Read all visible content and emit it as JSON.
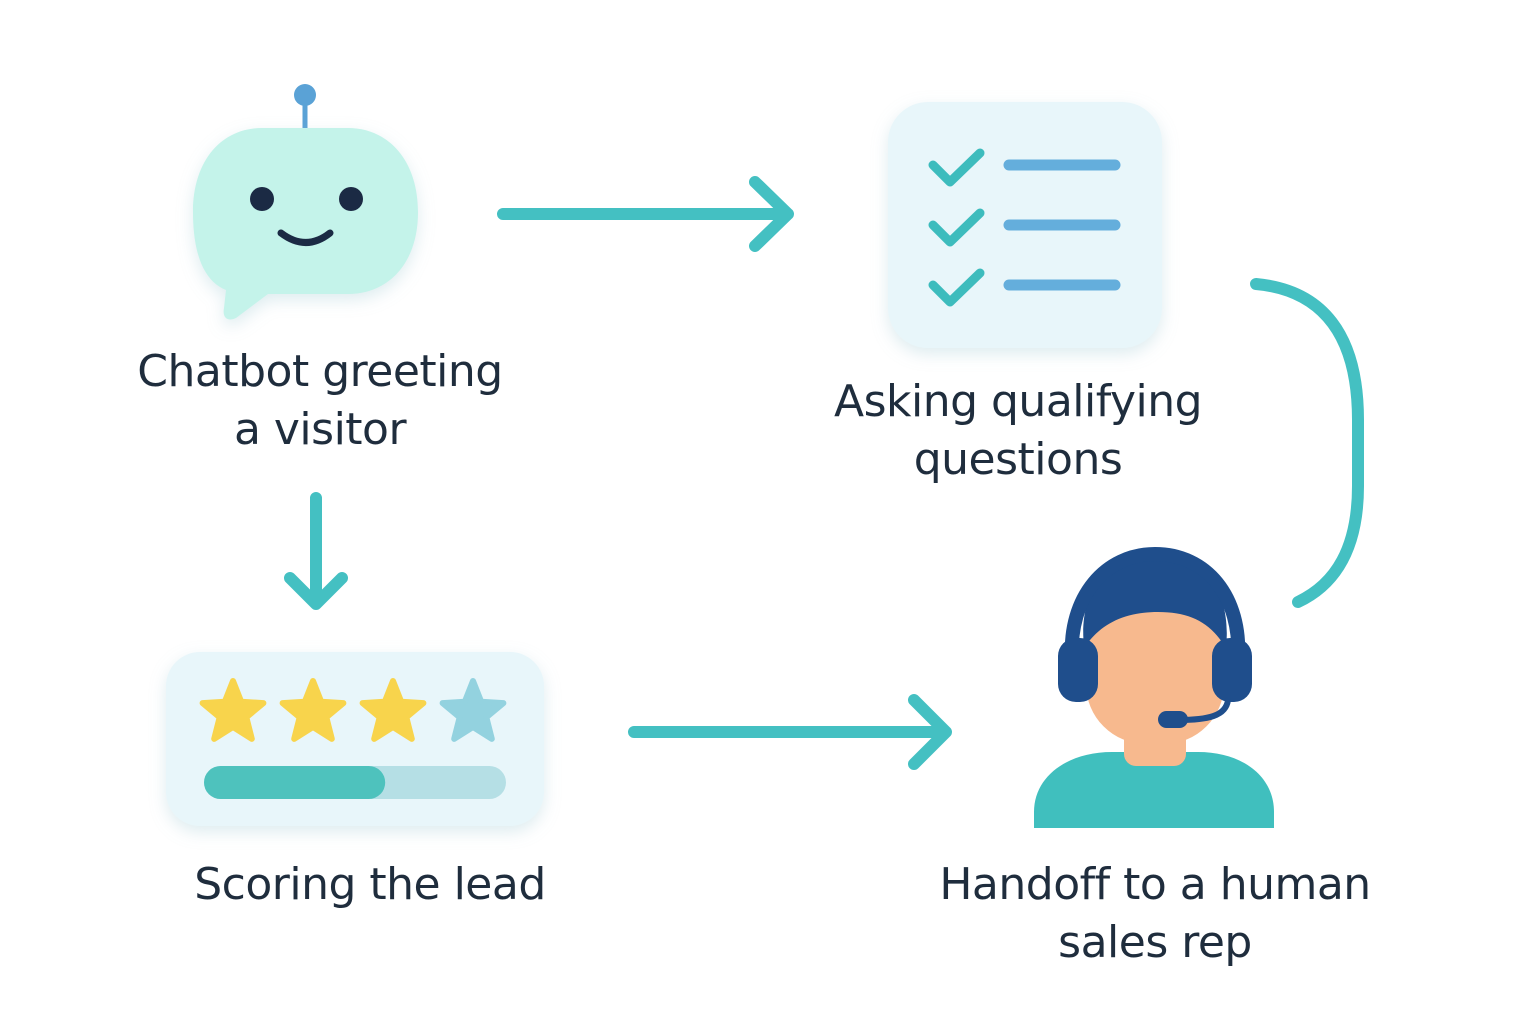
{
  "colors": {
    "arrow": "#44c0c2",
    "chatbot_bubble": "#c4f3ea",
    "chatbot_features": "#1b2a44",
    "antenna": "#5aa2d6",
    "card_background": "#e8f6fa",
    "checkmark": "#3dbcbd",
    "question_line": "#64aedc",
    "star_filled": "#f8d44c",
    "star_empty": "#93d2df",
    "score_bar_fill": "#4ec2bd",
    "score_bar_track": "#b5dfe5",
    "headset": "#1f4e8c",
    "skin": "#f7b98e",
    "shirt": "#40bfbe",
    "caption_text": "#1f2d3d"
  },
  "steps": [
    {
      "id": "chatbot",
      "icon": "chatbot-icon",
      "caption_lines": [
        "Chatbot greeting",
        "a visitor"
      ]
    },
    {
      "id": "questions",
      "icon": "checklist-icon",
      "caption_lines": [
        "Asking qualifying",
        "questions"
      ],
      "checked_items": 3
    },
    {
      "id": "scoring",
      "icon": "rating-icon",
      "caption_lines": [
        "Scoring the lead"
      ],
      "stars_filled": 3,
      "stars_total": 4,
      "score_fraction": 0.6
    },
    {
      "id": "handoff",
      "icon": "sales-rep-icon",
      "caption_lines": [
        "Handoff to a human",
        "sales rep"
      ]
    }
  ],
  "connectors": [
    {
      "from": "chatbot",
      "to": "questions",
      "style": "arrow"
    },
    {
      "from": "chatbot",
      "to": "scoring",
      "style": "arrow"
    },
    {
      "from": "scoring",
      "to": "handoff",
      "style": "arrow"
    },
    {
      "from": "questions",
      "to": "handoff",
      "style": "curve"
    }
  ]
}
